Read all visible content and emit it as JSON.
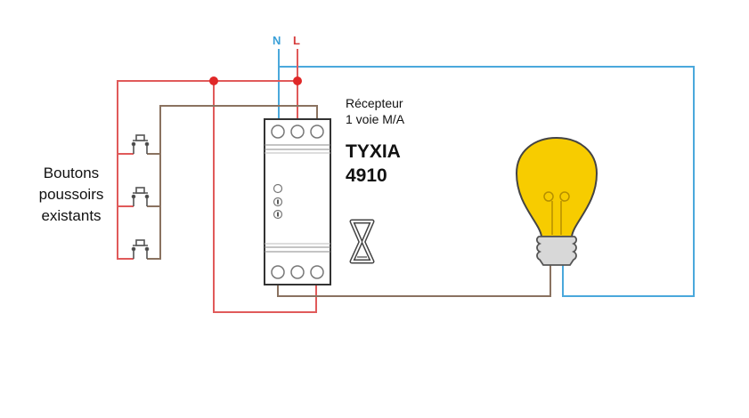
{
  "diagram": {
    "title": "Schéma de câblage TYXIA 4910",
    "terminals": {
      "neutral": "N",
      "live": "L"
    },
    "buttons_label_lines": [
      "Boutons",
      "poussoirs",
      "existants"
    ],
    "receiver": {
      "description_lines": [
        "Récepteur",
        "1 voie M/A"
      ],
      "brand": "TYXIA",
      "model": "4910"
    },
    "components": [
      {
        "name": "push-button",
        "count": 3
      },
      {
        "name": "din-rail-receiver",
        "terminals_top": 3,
        "terminals_bottom": 3
      },
      {
        "name": "hourglass-timer-icon"
      },
      {
        "name": "light-bulb"
      }
    ],
    "wire_colors": {
      "neutral": "#4aa8dc",
      "live": "#e05a5a",
      "switched": "#8a7260",
      "junction": "#e02828",
      "bulb_fill": "#f7cc00",
      "bulb_base": "#d8d8d8"
    }
  }
}
